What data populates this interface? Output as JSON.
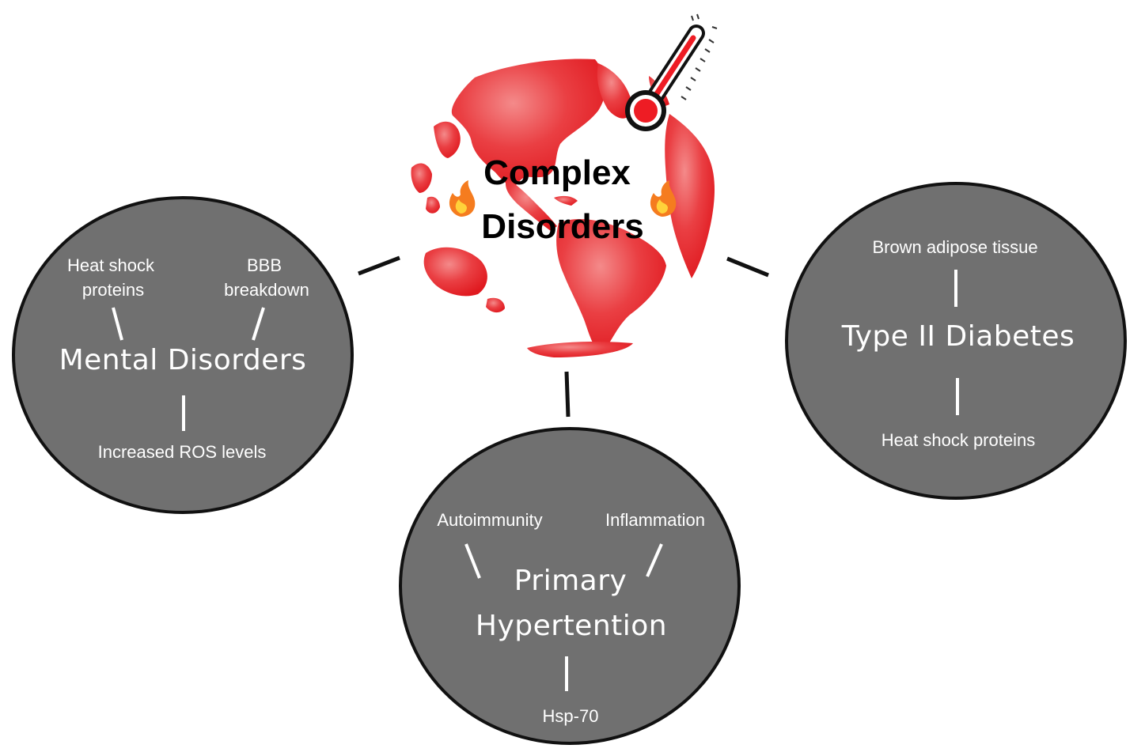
{
  "colors": {
    "circle_fill": "#707070",
    "globe_red": "#e8262c",
    "thermometer_red": "#ee1c24",
    "flame_orange": "#f57c1f"
  },
  "icons": {
    "globe": "globe-icon",
    "thermometer": "thermometer-icon",
    "fire": "fire-icon"
  },
  "center": {
    "title_line1": "Complex",
    "title_line2": "Disorders"
  },
  "nodes": {
    "mental": {
      "title": "Mental Disorders",
      "factor_a_line1": "Heat shock",
      "factor_a_line2": "proteins",
      "factor_b_line1": "BBB",
      "factor_b_line2": "breakdown",
      "factor_c": "Increased ROS levels"
    },
    "hypertension": {
      "title_line1": "Primary",
      "title_line2": "Hypertention",
      "factor_a": "Autoimmunity",
      "factor_b": "Inflammation",
      "factor_c": "Hsp-70"
    },
    "diabetes": {
      "title": "Type II Diabetes",
      "factor_a": "Brown adipose tissue",
      "factor_b": "Heat shock proteins"
    }
  }
}
